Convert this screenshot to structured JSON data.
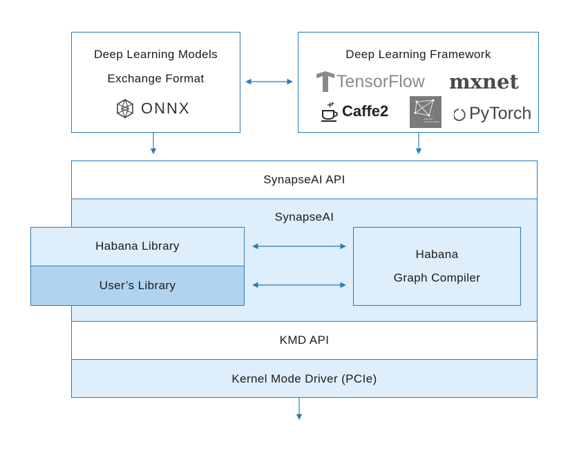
{
  "models_box": {
    "line1": "Deep Learning Models",
    "line2": "Exchange Format",
    "onnx_label": "ONNX"
  },
  "framework_box": {
    "title": "Deep Learning Framework",
    "tensorflow_label": "TensorFlow",
    "mxnet_label": "mxnet",
    "caffe2_label": "Caffe2",
    "cntk_label": "Microsoft Cognitive Toolkit",
    "pytorch_label": "PyTorch"
  },
  "stack": {
    "synapse_api": "SynapseAI API",
    "synapse_ai": "SynapseAI",
    "habana_library": "Habana Library",
    "users_library": "User’s Library",
    "compiler_line1": "Habana",
    "compiler_line2": "Graph Compiler",
    "kmd_api": "KMD API",
    "kernel_driver": "Kernel Mode Driver (PCIe)"
  },
  "colors": {
    "border": "#2a7ab8",
    "light_fill": "#deeefa",
    "dark_fill": "#b0d4f0",
    "arrow": "#2a7ab8"
  }
}
